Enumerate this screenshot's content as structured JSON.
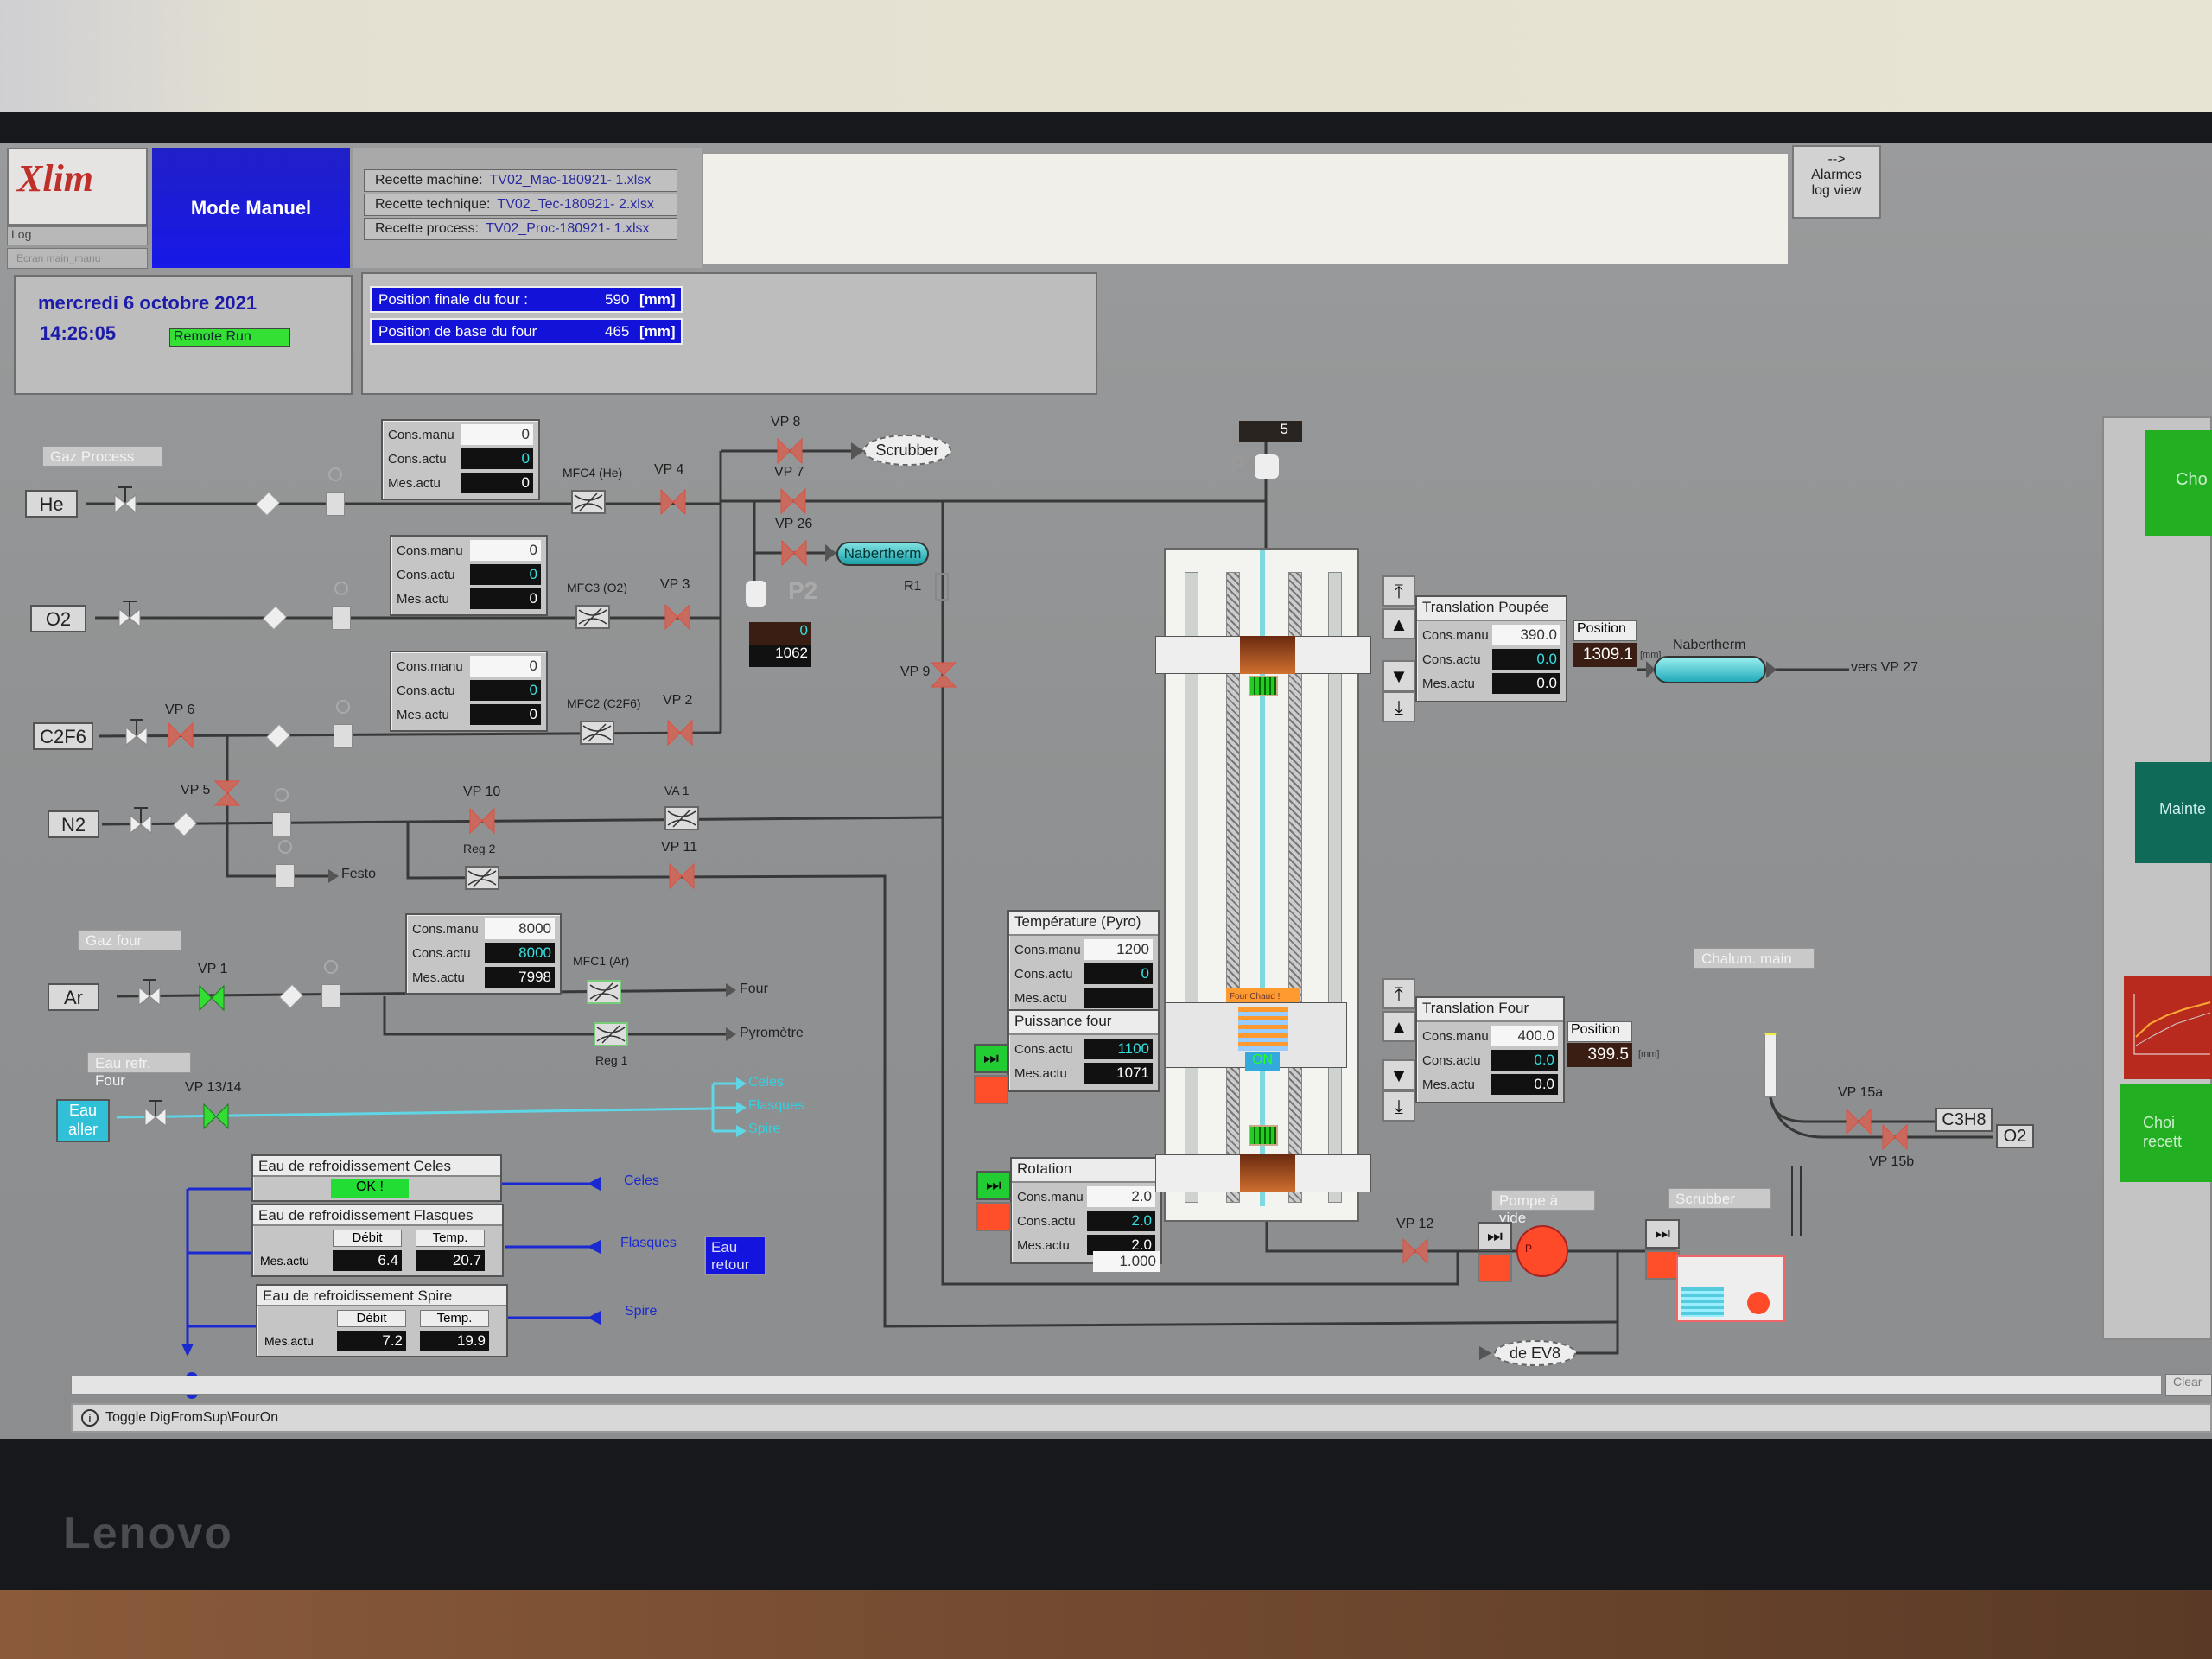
{
  "monitor": {
    "brand": "Lenovo"
  },
  "header": {
    "logo_text": "Xlim",
    "log_button": "Log",
    "screen_button": "Ecran main_manu",
    "mode": "Mode Manuel",
    "recipes": [
      {
        "label": "Recette machine:",
        "file": "TV02_Mac-180921- 1.xlsx"
      },
      {
        "label": "Recette technique:",
        "file": "TV02_Tec-180921- 2.xlsx"
      },
      {
        "label": "Recette process:",
        "file": "TV02_Proc-180921- 1.xlsx"
      }
    ],
    "alarms_arrow": "-->",
    "alarms": "Alarmes log view"
  },
  "status": {
    "date": "mercredi 6 octobre 2021",
    "time": "14:26:05",
    "remote": "Remote Run"
  },
  "positions": [
    {
      "label": "Position finale du four :",
      "value": "590",
      "unit": "[mm]"
    },
    {
      "label": "Position de base du four",
      "value": "465",
      "unit": "[mm]"
    }
  ],
  "sections": {
    "gaz_process": "Gaz Process",
    "gaz_four": "Gaz four",
    "eau_refr": "Eau refr. Four",
    "chalum": "Chalum. main",
    "pompe": "Pompe à vide",
    "scrubber": "Scrubber"
  },
  "sources": {
    "he": "He",
    "o2": "O2",
    "c2f6": "C2F6",
    "n2": "N2",
    "ar": "Ar",
    "eau_aller": "Eau aller",
    "c3h8": "C3H8",
    "o2_torch": "O2"
  },
  "labels": {
    "cons_manu": "Cons.manu",
    "cons_actu": "Cons.actu",
    "mes_actu": "Mes.actu"
  },
  "mfc": {
    "he": {
      "manu": "0",
      "actu": "0",
      "mes": "0"
    },
    "o2": {
      "manu": "0",
      "actu": "0",
      "mes": "0"
    },
    "c2f6": {
      "manu": "0",
      "actu": "0",
      "mes": "0"
    },
    "ar": {
      "manu": "8000",
      "actu": "8000",
      "mes": "7998"
    }
  },
  "devices": {
    "mfc4": "MFC4 (He)",
    "mfc3": "MFC3 (O2)",
    "mfc2": "MFC2 (C2F6)",
    "mfc1": "MFC1 (Ar)",
    "va1": "VA 1",
    "reg2": "Reg 2",
    "reg1": "Reg 1",
    "r1": "R1"
  },
  "valves": {
    "vp1": "VP 1",
    "vp2": "VP 2",
    "vp3": "VP 3",
    "vp4": "VP 4",
    "vp5": "VP 5",
    "vp6": "VP 6",
    "vp7": "VP 7",
    "vp8": "VP 8",
    "vp9": "VP 9",
    "vp10": "VP 10",
    "vp11": "VP 11",
    "vp12": "VP 12",
    "vp1314": "VP 13/14",
    "vp15a": "VP 15a",
    "vp15b": "VP 15b",
    "vp26": "VP 26"
  },
  "destinations": {
    "scrubber": "Scrubber",
    "nabertherm": "Nabertherm",
    "festo": "Festo",
    "four": "Four",
    "pyrometre": "Pyromètre",
    "celes": "Celes",
    "flasques": "Flasques",
    "spire": "Spire",
    "vers_vp27": "vers VP 27",
    "de_ev8": "de EV8",
    "eau_retour": "Eau retour",
    "nabertherm2": "Nabertherm"
  },
  "pressure": {
    "p2_label": "P2",
    "p2_setpoint": "0",
    "p2_value": "1062",
    "p_label": "P",
    "p_value": "5"
  },
  "furnace": {
    "hot_label": "Four Chaud !",
    "on_label": "ON"
  },
  "temperature": {
    "title": "Température (Pyro)",
    "manu": "1200",
    "actu": "0",
    "mes": ""
  },
  "power": {
    "title": "Puissance four",
    "actu": "1100",
    "mes": "1071"
  },
  "rotation": {
    "title": "Rotation",
    "manu": "2.0",
    "actu": "2.0",
    "mes": "2.0",
    "factor": "1.000"
  },
  "trans_poupee": {
    "title": "Translation Poupée",
    "manu": "390.0",
    "actu": "0.0",
    "mes": "0.0",
    "position_label": "Position",
    "position": "1309.1",
    "unit": "[mm]"
  },
  "trans_four": {
    "title": "Translation Four",
    "manu": "400.0",
    "actu": "0.0",
    "mes": "0.0",
    "position_label": "Position",
    "position": "399.5",
    "unit": "[mm]"
  },
  "cooling": {
    "celes": {
      "title": "Eau de refroidissement Celes",
      "status": "OK !"
    },
    "flasques": {
      "title": "Eau de refroidissement Flasques",
      "debit_label": "Débit",
      "temp_label": "Temp.",
      "mes_label": "Mes.actu",
      "debit": "6.4",
      "temp": "20.7"
    },
    "spire": {
      "title": "Eau de refroidissement Spire",
      "debit_label": "Débit",
      "temp_label": "Temp.",
      "mes_label": "Mes.actu",
      "debit": "7.2",
      "temp": "19.9"
    }
  },
  "right_panel": {
    "btn1": "Cho",
    "btn2": "Mainte",
    "btn3": "Choi recett"
  },
  "statusbar": {
    "message": "Toggle DigFromSup\\FourOn",
    "clear": "Clear"
  },
  "colors": {
    "mode_blue": "#1a1ee0",
    "ok_green": "#22dd33",
    "valve_red": "#c86a5e",
    "stop_red": "#ff4f2a",
    "water_cyan": "#35d0e0"
  }
}
